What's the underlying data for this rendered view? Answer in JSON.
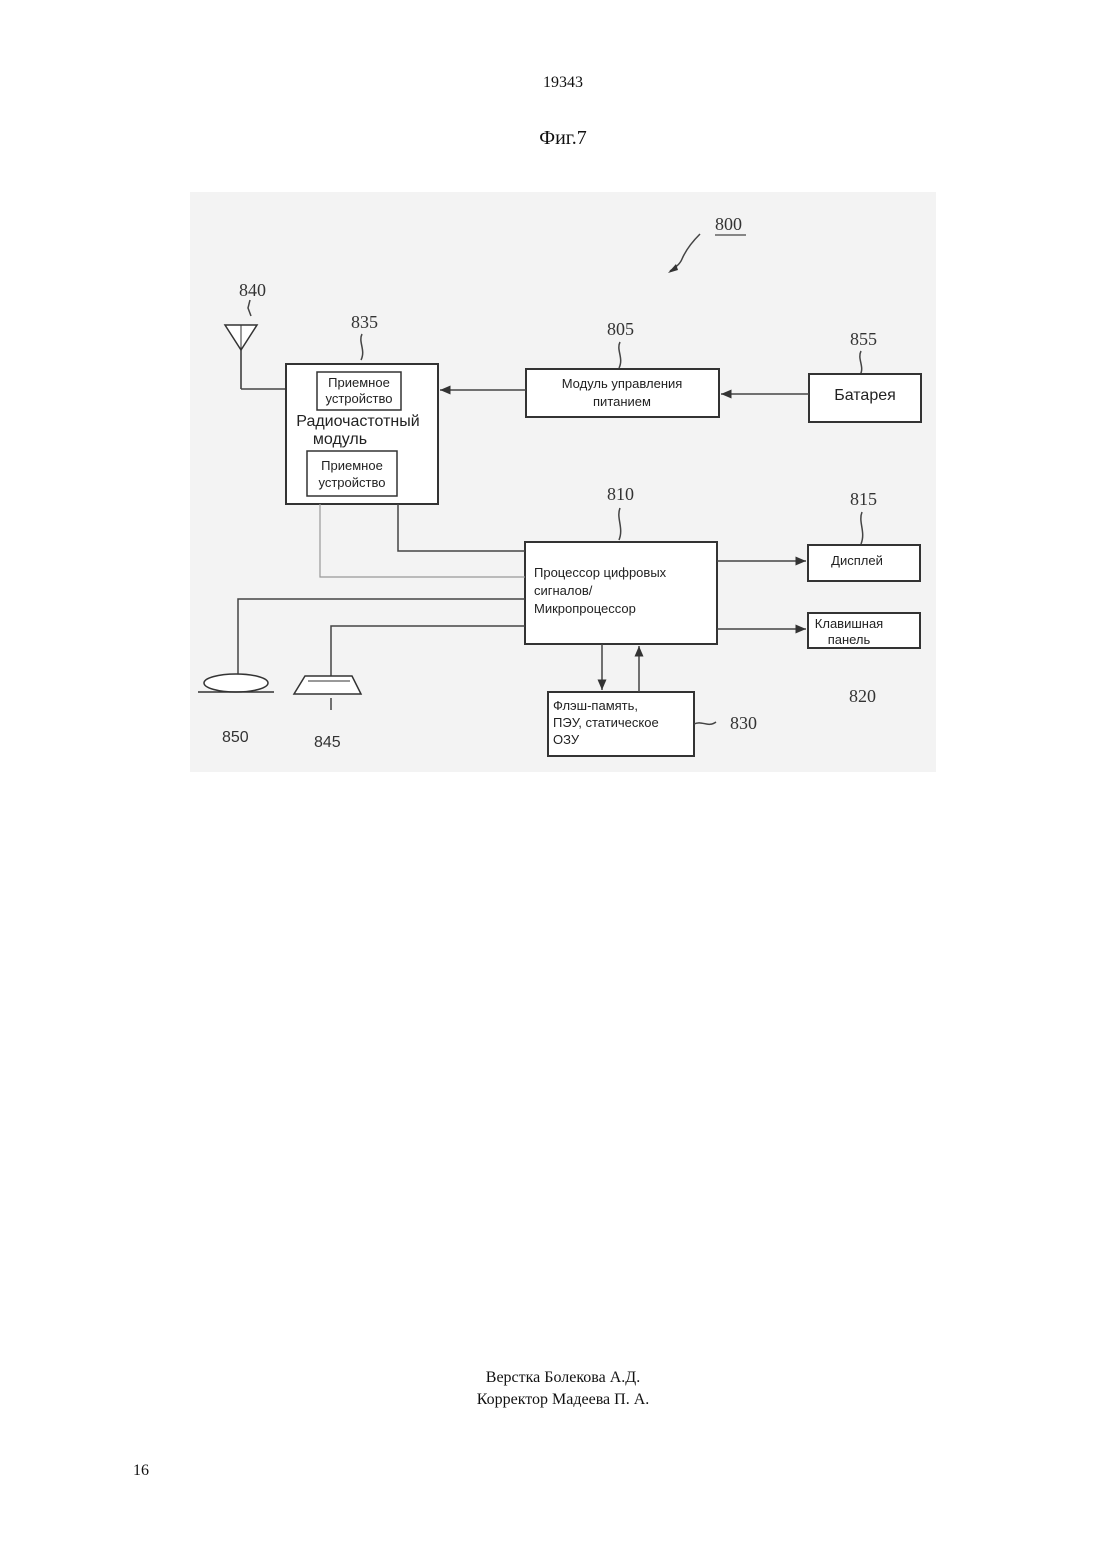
{
  "header": {
    "doc_number": "19343",
    "figure_title": "Фиг.7"
  },
  "diagram": {
    "ref_800": "800",
    "antenna": {
      "ref": "840"
    },
    "rf_module": {
      "ref": "835",
      "label_1": "Радиочастотный",
      "label_2": "модуль",
      "receiver_top": {
        "line1": "Приемное",
        "line2": "устройство"
      },
      "receiver_bottom": {
        "line1": "Приемное",
        "line2": "устройство"
      }
    },
    "power_module": {
      "ref": "805",
      "line1": "Модуль управления",
      "line2": "питанием"
    },
    "battery": {
      "ref": "855",
      "label": "Батарея"
    },
    "dsp": {
      "ref": "810",
      "line1": "Процессор цифровых",
      "line2": "сигналов/",
      "line3": "Микропроцессор"
    },
    "display": {
      "ref": "815",
      "label": "Дисплей"
    },
    "keypad": {
      "ref": "820",
      "line1": "Клавишная",
      "line2": "панель"
    },
    "memory": {
      "ref": "830",
      "line1": "Флэш-память,",
      "line2": "ПЭУ, статическое",
      "line3": "ОЗУ"
    },
    "microphone": {
      "ref": "850"
    },
    "speaker": {
      "ref": "845"
    }
  },
  "footer": {
    "credit_1": "Верстка Болекова А.Д.",
    "credit_2": "Корректор Мадеева П. А.",
    "page_number": "16"
  }
}
